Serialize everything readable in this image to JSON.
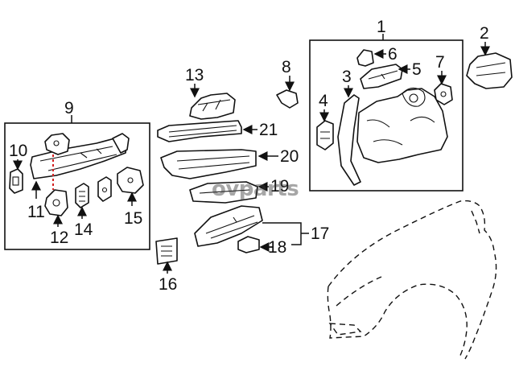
{
  "watermark": "ovparts",
  "labels": {
    "p1": "1",
    "p2": "2",
    "p3": "3",
    "p4": "4",
    "p5": "5",
    "p6": "6",
    "p7": "7",
    "p8": "8",
    "p9": "9",
    "p10": "10",
    "p11": "11",
    "p12": "12",
    "p13": "13",
    "p14": "14",
    "p15": "15",
    "p16": "16",
    "p17": "17",
    "p18": "18",
    "p19": "19",
    "p20": "20",
    "p21": "21"
  },
  "colors": {
    "line": "#111111",
    "highlight": "#d32020",
    "watermark": "#3a3a3a"
  }
}
